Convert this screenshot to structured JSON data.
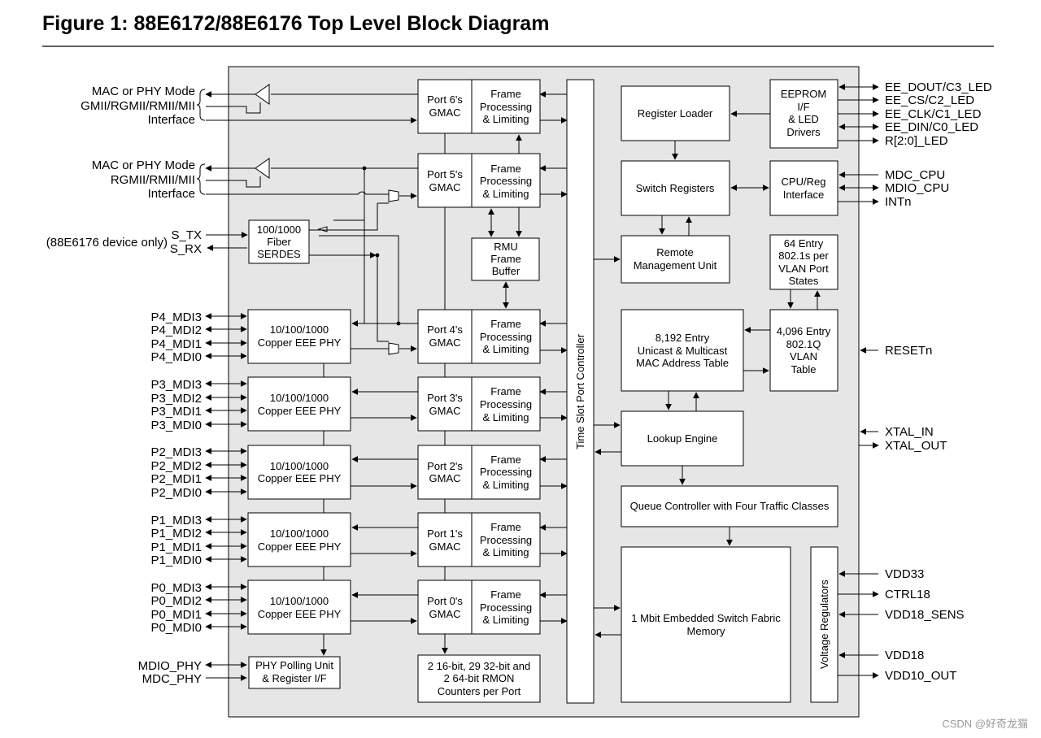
{
  "title": "Figure 1:   88E6172/88E6176 Top Level Block Diagram",
  "watermark": "CSDN @好奇龙猫",
  "left_groups": {
    "mac6": [
      "MAC or PHY Mode",
      "GMII/RGMII/RMII/MII",
      "Interface"
    ],
    "mac5": [
      "MAC or PHY Mode",
      "RGMII/RMII/MII",
      "Interface"
    ],
    "serdes_note": "(88E6176 device only)",
    "s_tx": "S_TX",
    "s_rx": "S_RX"
  },
  "phy_pins": {
    "p4": [
      "P4_MDI3",
      "P4_MDI2",
      "P4_MDI1",
      "P4_MDI0"
    ],
    "p3": [
      "P3_MDI3",
      "P3_MDI2",
      "P3_MDI1",
      "P3_MDI0"
    ],
    "p2": [
      "P2_MDI3",
      "P2_MDI2",
      "P2_MDI1",
      "P2_MDI0"
    ],
    "p1": [
      "P1_MDI3",
      "P1_MDI2",
      "P1_MDI1",
      "P1_MDI0"
    ],
    "p0": [
      "P0_MDI3",
      "P0_MDI2",
      "P0_MDI1",
      "P0_MDI0"
    ]
  },
  "mdio_phy": "MDIO_PHY",
  "mdc_phy": "MDC_PHY",
  "right_pins": {
    "eeprom": [
      "EE_DOUT/C3_LED",
      "EE_CS/C2_LED",
      "EE_CLK/C1_LED",
      "EE_DIN/C0_LED",
      "R[2:0]_LED"
    ],
    "cpu": [
      "MDC_CPU",
      "MDIO_CPU",
      "INTn"
    ],
    "resetn": "RESETn",
    "xtal_in": "XTAL_IN",
    "xtal_out": "XTAL_OUT",
    "power": [
      "VDD33",
      "CTRL18",
      "VDD18_SENS",
      "VDD18",
      "VDD10_OUT"
    ]
  },
  "blocks": {
    "serdes": [
      "100/1000",
      "Fiber",
      "SERDES"
    ],
    "phy": [
      "10/100/1000",
      "Copper EEE PHY"
    ],
    "phy_polling": [
      "PHY Polling Unit",
      "& Register I/F"
    ],
    "gmac6": [
      "Port 6's",
      "GMAC"
    ],
    "gmac5": [
      "Port 5's",
      "GMAC"
    ],
    "gmac4": [
      "Port 4's",
      "GMAC"
    ],
    "gmac3": [
      "Port 3's",
      "GMAC"
    ],
    "gmac2": [
      "Port 2's",
      "GMAC"
    ],
    "gmac1": [
      "Port 1's",
      "GMAC"
    ],
    "gmac0": [
      "Port 0's",
      "GMAC"
    ],
    "frame": [
      "Frame",
      "Processing",
      "& Limiting"
    ],
    "rmu": [
      "RMU",
      "Frame",
      "Buffer"
    ],
    "rmon": [
      "2 16-bit, 29 32-bit and",
      "2 64-bit RMON",
      "Counters per Port"
    ],
    "tspc": "Time Slot Port Controller",
    "register_loader": "Register Loader",
    "eeprom": [
      "EEPROM",
      "I/F",
      "& LED",
      "Drivers"
    ],
    "switch_registers": "Switch Registers",
    "cpu_reg": [
      "CPU/Reg",
      "Interface"
    ],
    "remote_mgmt": [
      "Remote",
      "Management Unit"
    ],
    "vlan_states": [
      "64 Entry",
      "802.1s per",
      "VLAN Port",
      "States"
    ],
    "mac_table": [
      "8,192 Entry",
      "Unicast & Multicast",
      "MAC Address Table"
    ],
    "vlan_table": [
      "4,096 Entry",
      "802.1Q",
      "VLAN",
      "Table"
    ],
    "lookup": "Lookup Engine",
    "queue": "Queue Controller with Four Traffic Classes",
    "fabric": [
      "1 Mbit Embedded Switch Fabric",
      "Memory"
    ],
    "voltage": "Voltage Regulators"
  }
}
